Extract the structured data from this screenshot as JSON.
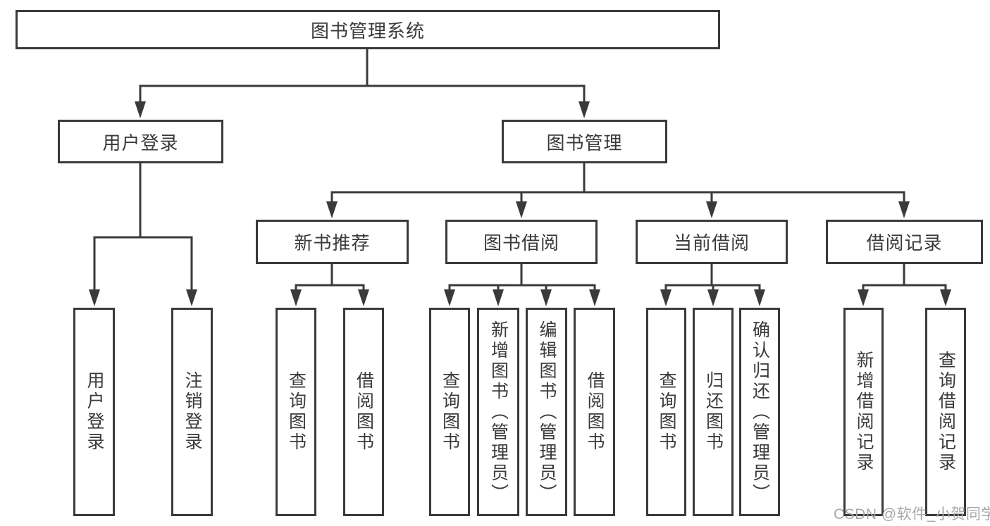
{
  "tree": {
    "root": {
      "label": "图书管理系统"
    },
    "branches": [
      {
        "label": "用户登录",
        "children": [
          {
            "label": "用户登录"
          },
          {
            "label": "注销登录"
          }
        ]
      },
      {
        "label": "图书管理",
        "children": [
          {
            "label": "新书推荐",
            "children": [
              {
                "label": "查询图书"
              },
              {
                "label": "借阅图书"
              }
            ]
          },
          {
            "label": "图书借阅",
            "children": [
              {
                "label": "查询图书"
              },
              {
                "label": "新增图书（管理员）"
              },
              {
                "label": "编辑图书（管理员）"
              },
              {
                "label": "借阅图书"
              }
            ]
          },
          {
            "label": "当前借阅",
            "children": [
              {
                "label": "查询图书"
              },
              {
                "label": "归还图书"
              },
              {
                "label": "确认归还（管理员）"
              }
            ]
          },
          {
            "label": "借阅记录",
            "children": [
              {
                "label": "新增借阅记录"
              },
              {
                "label": "查询借阅记录"
              }
            ]
          }
        ]
      }
    ]
  },
  "watermark": {
    "text": "CSDN @软件_小贺同学"
  },
  "colors": {
    "line": "#3a3a3d",
    "text": "#3a3a3d",
    "background": "#ffffff",
    "watermark": "#a7a7ac"
  }
}
